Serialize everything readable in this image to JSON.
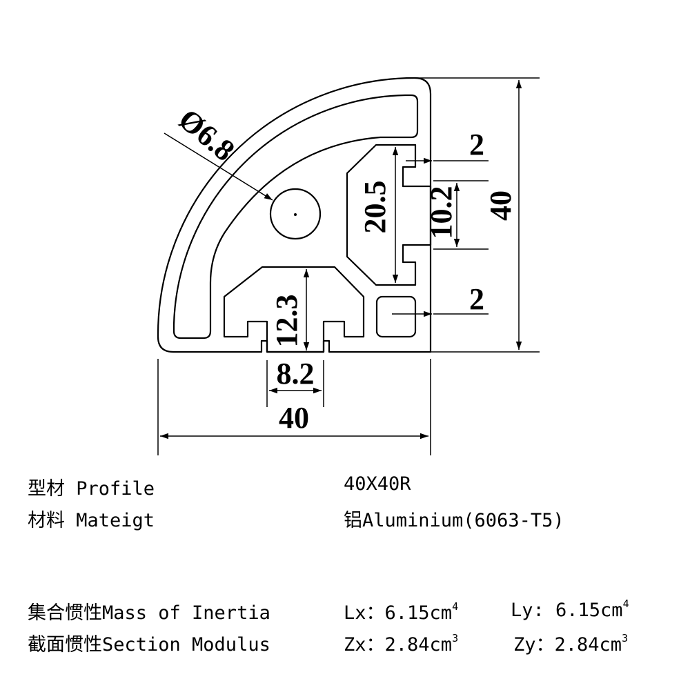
{
  "dimensions": {
    "hole_diameter": "Ø6.8",
    "top_slot_thickness": "2",
    "slot_inner_height": "20.5",
    "slot_opening_height": "10.2",
    "overall_height": "40",
    "right_slot_thickness": "2",
    "bottom_slot_depth": "12.3",
    "bottom_slot_opening": "8.2",
    "overall_width": "40"
  },
  "specs": {
    "profile": {
      "label": "型材 Profile",
      "value": "40X40R"
    },
    "material": {
      "label": "材料 Mateigt",
      "value": "铝Aluminium(6063-T5)"
    },
    "inertia": {
      "label": "集合惯性Mass of Inertia",
      "lx_label": "Lx：",
      "lx_value": "6.15cm",
      "lx_exp": "4",
      "ly_label": "Ly: ",
      "ly_value": "6.15cm",
      "ly_exp": "4"
    },
    "modulus": {
      "label": "截面惯性Section Modulus",
      "zx_label": "Zx：",
      "zx_value": "2.84cm",
      "zx_exp": "3",
      "zy_label": "Zy：",
      "zy_value": "2.84cm",
      "zy_exp": "3"
    }
  }
}
